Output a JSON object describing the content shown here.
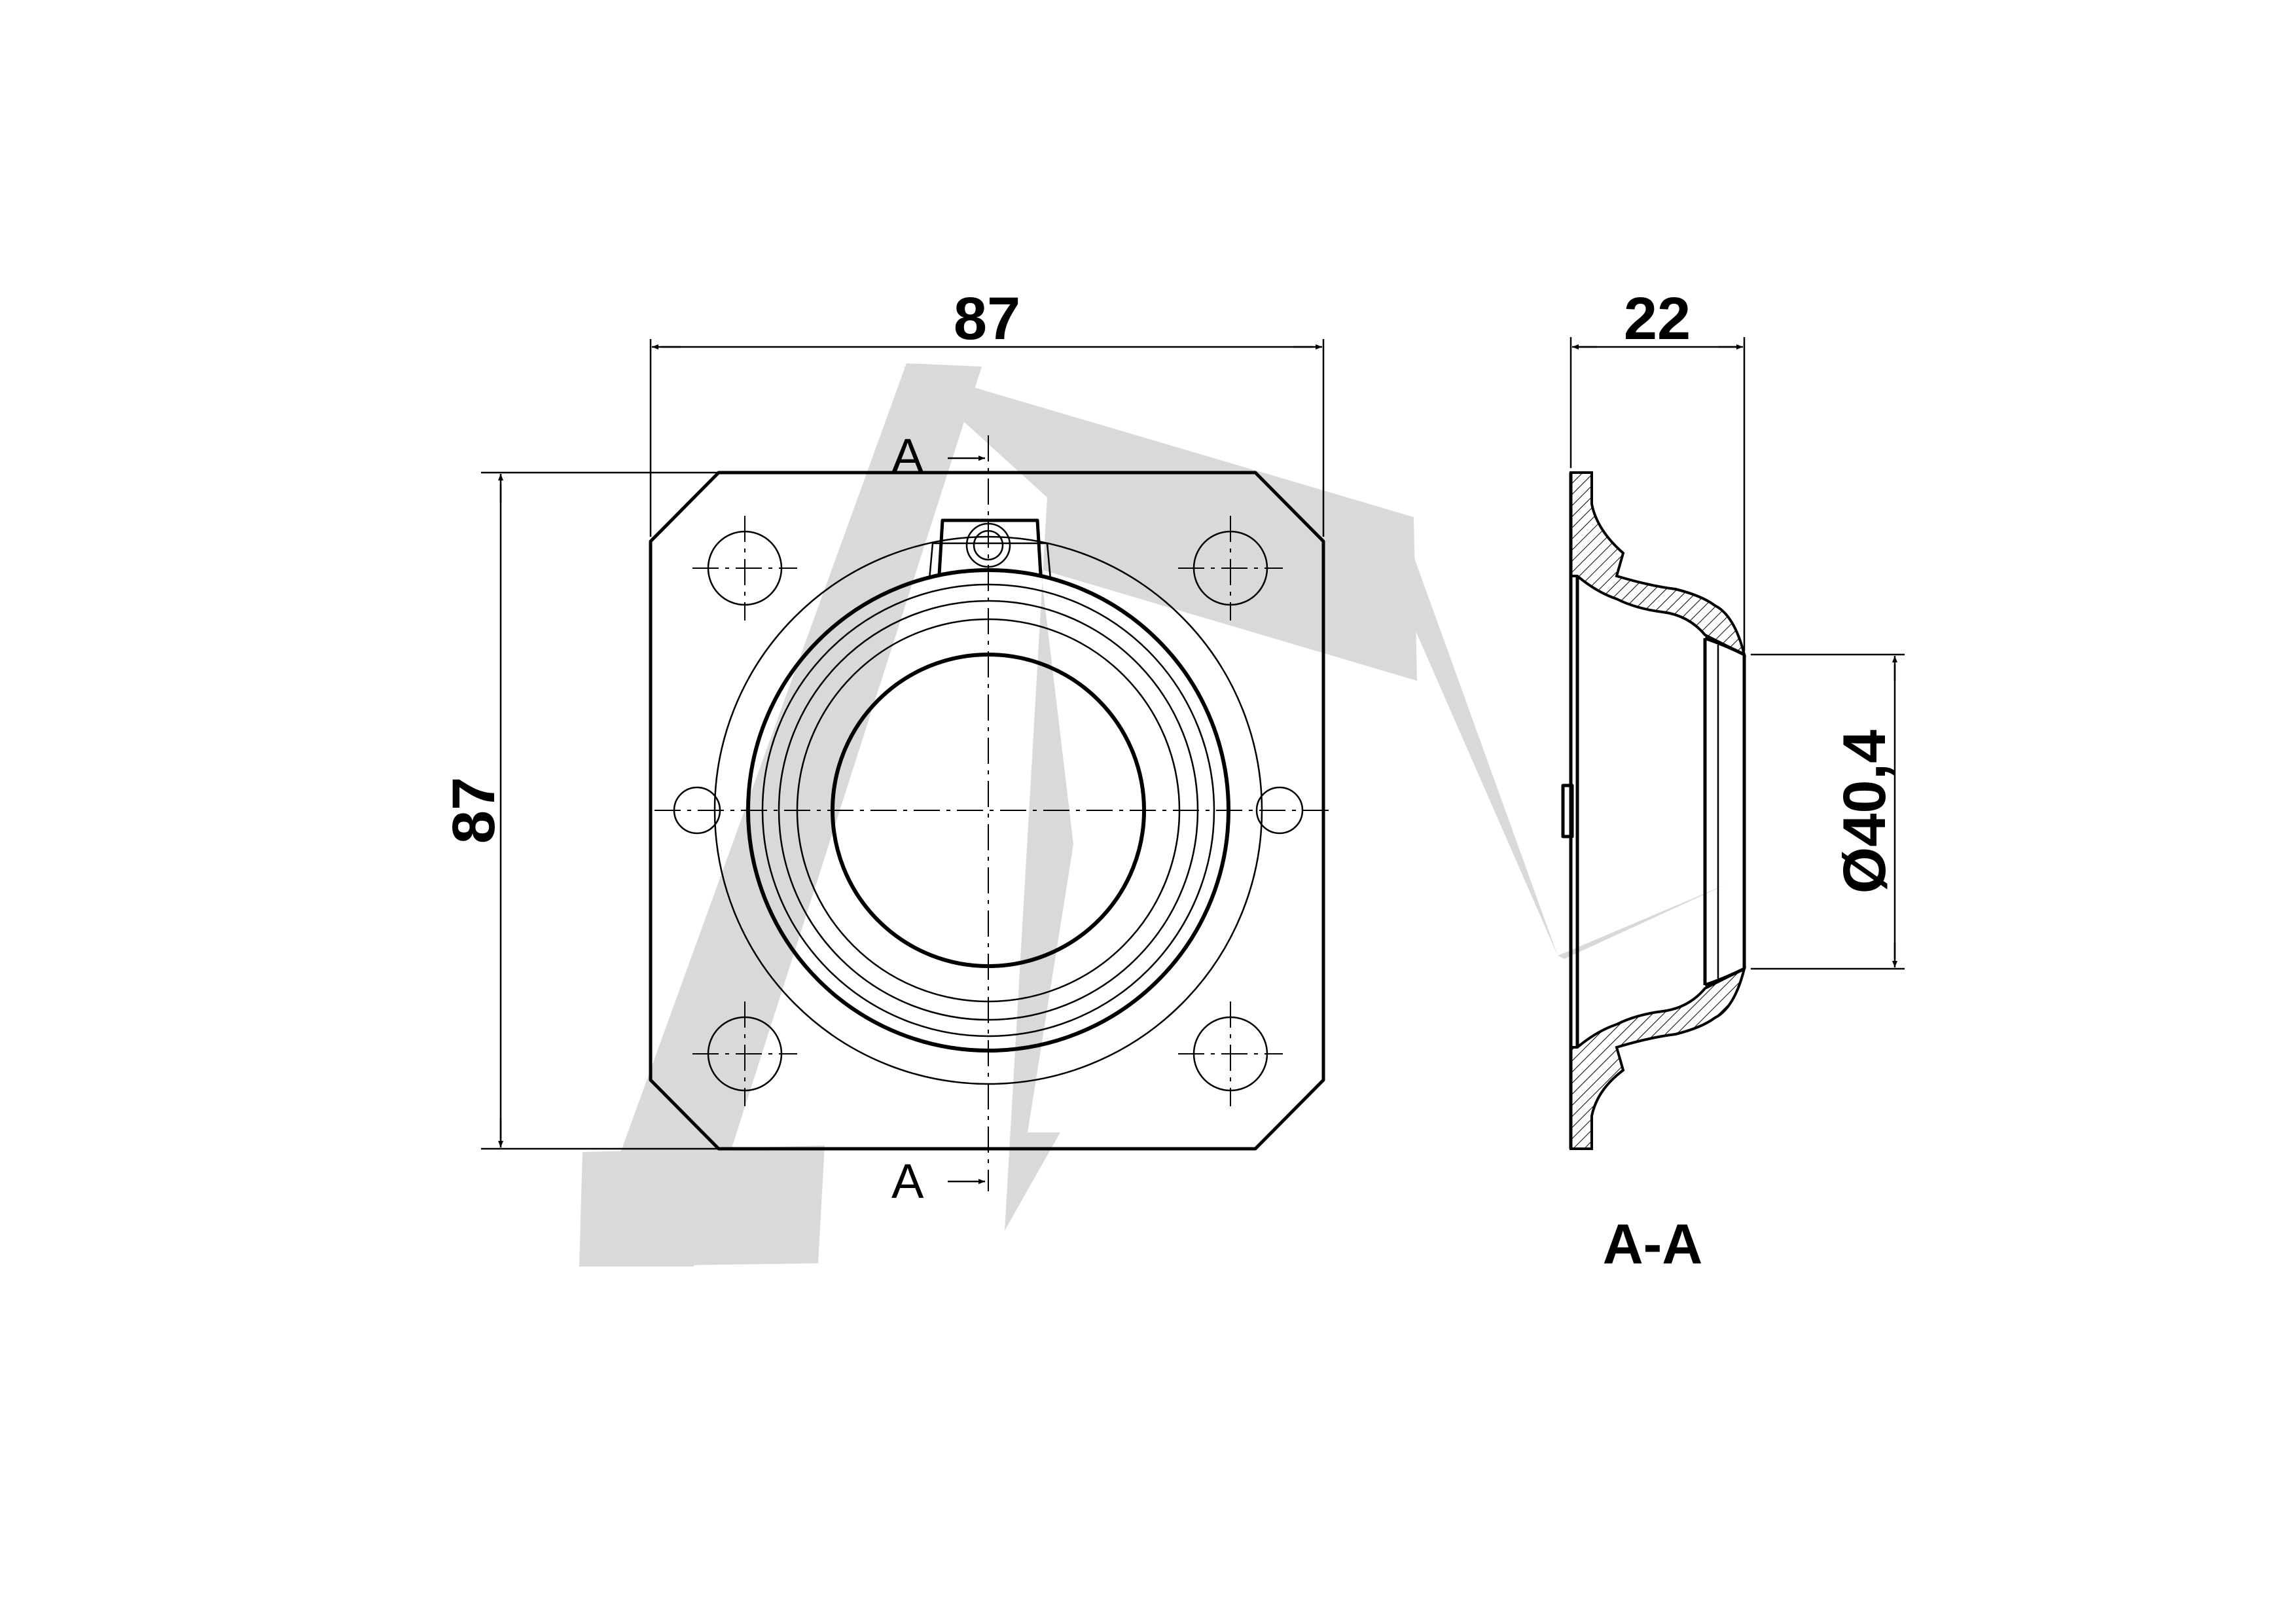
{
  "drawing": {
    "dimensions": {
      "front_width": "87",
      "front_height": "87",
      "section_width": "22",
      "bore_diameter": "Ø40,4"
    },
    "section_marker_top": "A",
    "section_marker_bottom": "A",
    "section_title": "A-A",
    "watermark_color": "#d9d9d9"
  }
}
